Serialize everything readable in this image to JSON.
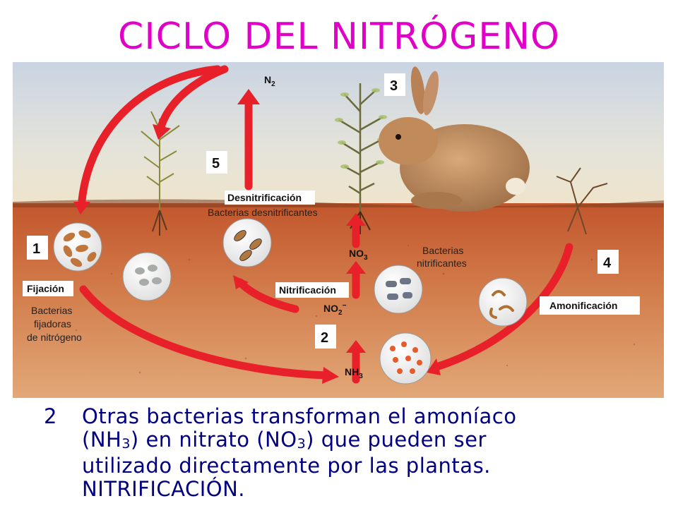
{
  "title": "CICLO DEL NITRÓGENO",
  "colors": {
    "title": "#e000c8",
    "arrow": "#e8202a",
    "soil": "#c8643a",
    "caption": "#000080"
  },
  "diagram": {
    "steps": {
      "s1": "1",
      "s2": "2",
      "s3": "3",
      "s4": "4",
      "s5": "5"
    },
    "labels": {
      "n2": "N",
      "n2_sub": "2",
      "desnitrificacion": "Desnitrificación",
      "bacterias_desnitrificantes": "Bacterias desnitrificantes",
      "no3": "NO",
      "no3_sub": "3",
      "bacterias_nitrificantes_1": "Bacterias",
      "bacterias_nitrificantes_2": "nitrificantes",
      "nitrificacion": "Nitrificación",
      "no2": "NO",
      "no2_sub": "2",
      "no2_sup": "−",
      "nh3": "NH",
      "nh3_sub": "3",
      "fijacion": "Fijación",
      "bacterias_fijadoras_1": "Bacterias",
      "bacterias_fijadoras_2": "fijadoras",
      "bacterias_fijadoras_3": "de nitrógeno",
      "amonificacion": "Amonificación"
    }
  },
  "caption": {
    "number": "2",
    "line1": "Otras bacterias transforman el amoníaco",
    "line2_a": "(NH",
    "line2_sub1": "3",
    "line2_b": ") en nitrato (NO",
    "line2_sub2": "3",
    "line2_c": ") que pueden ser",
    "line3": "utilizado directamente por las plantas.",
    "line4": "NITRIFICACIÓN."
  }
}
